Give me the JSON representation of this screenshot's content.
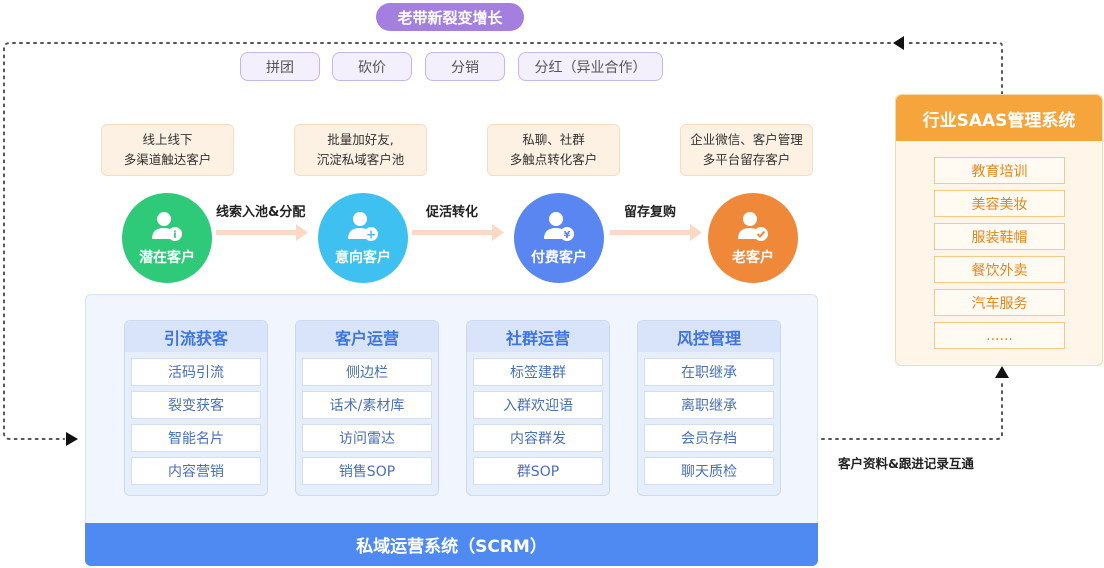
{
  "top_title": "老带新裂变增长",
  "tags": [
    "拼团",
    "砍价",
    "分销",
    "分红（异业合作）"
  ],
  "descriptions": [
    {
      "line1": "线上线下",
      "line2": "多渠道触达客户"
    },
    {
      "line1": "批量加好友,",
      "line2": "沉淀私域客户池"
    },
    {
      "line1": "私聊、社群",
      "line2": "多触点转化客户"
    },
    {
      "line1": "企业微信、客户管理",
      "line2": "多平台留存客户"
    }
  ],
  "stages": [
    {
      "label": "潜在客户",
      "color": "#2fc97a",
      "badge": "i"
    },
    {
      "label": "意向客户",
      "color": "#3ec0f0",
      "badge": "+"
    },
    {
      "label": "付费客户",
      "color": "#5a86f2",
      "badge": "¥"
    },
    {
      "label": "老客户",
      "color": "#f0883a",
      "badge": "✓"
    }
  ],
  "transitions": [
    "线索入池&分配",
    "促活转化",
    "留存复购"
  ],
  "scrm": {
    "title": "私域运营系统（SCRM）",
    "modules": [
      {
        "title": "引流获客",
        "items": [
          "活码引流",
          "裂变获客",
          "智能名片",
          "内容营销"
        ]
      },
      {
        "title": "客户运营",
        "items": [
          "侧边栏",
          "话术/素材库",
          "访问雷达",
          "销售SOP"
        ]
      },
      {
        "title": "社群运营",
        "items": [
          "标签建群",
          "入群欢迎语",
          "内容群发",
          "群SOP"
        ]
      },
      {
        "title": "风控管理",
        "items": [
          "在职继承",
          "离职继承",
          "会员存档",
          "聊天质检"
        ]
      }
    ]
  },
  "saas": {
    "title": "行业SAAS管理系统",
    "items": [
      "教育培训",
      "美容美妆",
      "服装鞋帽",
      "餐饮外卖",
      "汽车服务",
      "......"
    ]
  },
  "sync_note": "客户资料&跟进记录互通"
}
